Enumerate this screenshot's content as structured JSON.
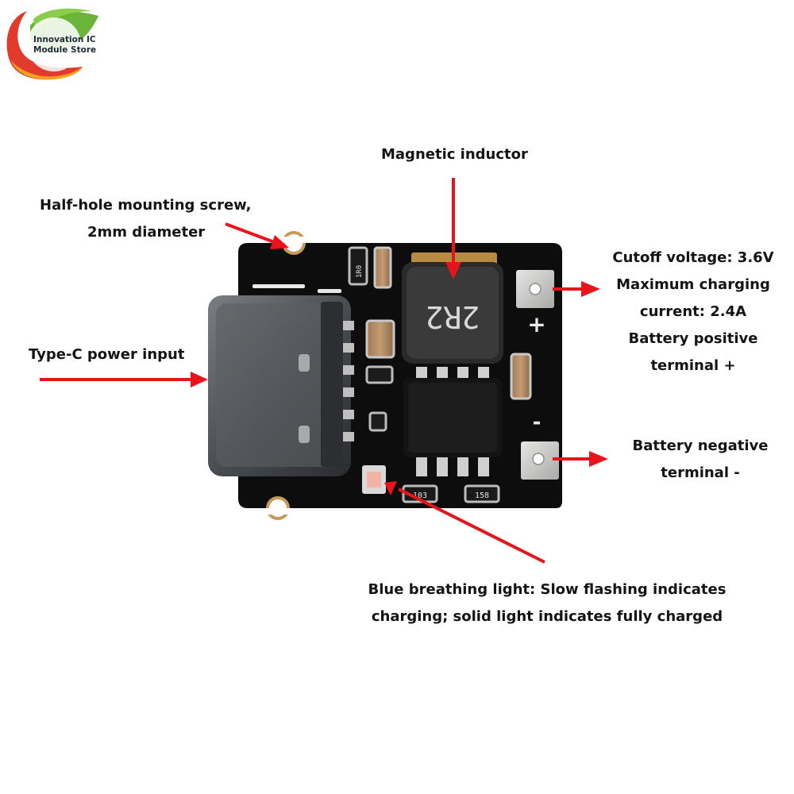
{
  "brand": {
    "line1": "Innovation IC",
    "line2": "Module Store"
  },
  "board": {
    "inductor_marking": "2R2",
    "resistor_left": "1R0",
    "resistor_103": "103",
    "resistor_158": "158",
    "plus_symbol": "+",
    "minus_symbol": "-"
  },
  "labels": {
    "inductor": "Magnetic inductor",
    "mount_line1": "Half-hole mounting screw,",
    "mount_line2": "2mm diameter",
    "typec": "Type-C power input",
    "positive_line1": "Cutoff voltage: 3.6V",
    "positive_line2": "Maximum charging",
    "positive_line3": "current: 2.4A",
    "positive_line4": "Battery positive",
    "positive_line5": "terminal +",
    "negative_line1": "Battery negative",
    "negative_line2": "terminal -",
    "light_line1": "Blue breathing light: Slow flashing indicates",
    "light_line2": "charging; solid light indicates fully charged"
  },
  "colors": {
    "arrow": "#e8141c",
    "pcb": "#0d0d0e",
    "pad": "#c9c9c7",
    "text": "#141414"
  }
}
